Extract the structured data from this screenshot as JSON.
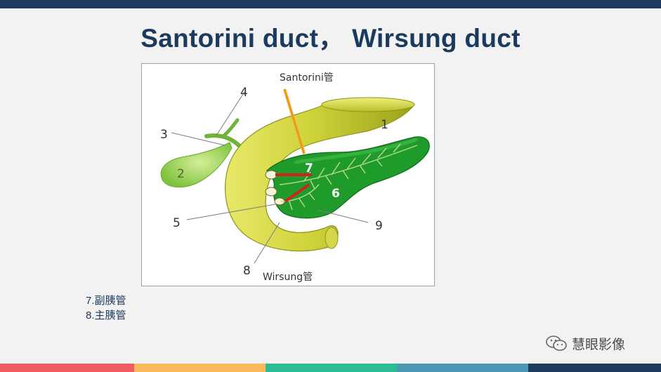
{
  "slide": {
    "title": "Santorini duct， Wirsung duct"
  },
  "figure": {
    "top_label": "Santorini管",
    "bottom_label": "Wirsung管",
    "numbers": {
      "n1": "1",
      "n2": "2",
      "n3": "3",
      "n4": "4",
      "n5": "5",
      "n6": "6",
      "n7": "7",
      "n8": "8",
      "n9": "9"
    }
  },
  "notes": [
    "7.副胰管",
    "8.主胰管"
  ],
  "watermark": {
    "text": "慧眼影像",
    "icon": "wechat-icon"
  },
  "footer": {
    "colors": [
      "#ef5d63",
      "#fbb95c",
      "#2bbc93",
      "#4a98b3",
      "#1c3a5e"
    ]
  }
}
